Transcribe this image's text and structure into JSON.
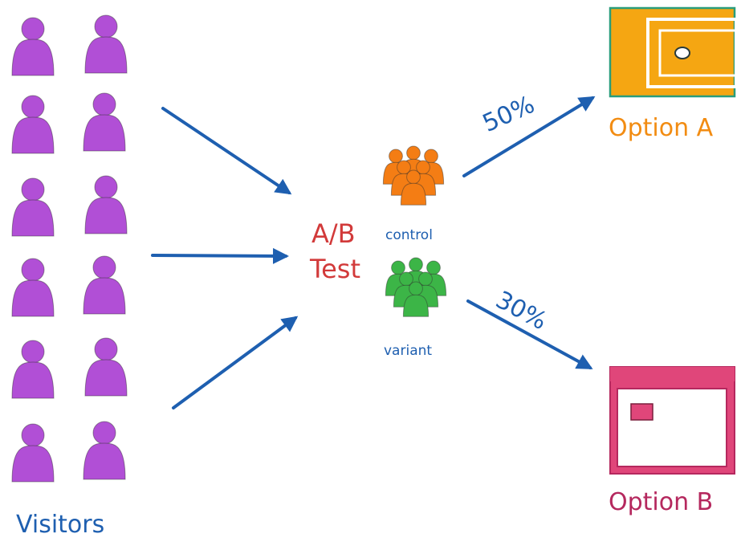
{
  "visitors": {
    "label": "Visitors",
    "count": 12,
    "color": "#b14fd6"
  },
  "ab_test": {
    "line1": "A/B",
    "line2": "Test",
    "color": "#d23a3a"
  },
  "groups": {
    "control": {
      "label": "control",
      "color": "#f47d14"
    },
    "variant": {
      "label": "variant",
      "color": "#3cb547"
    }
  },
  "splits": {
    "option_a_percent": "50%",
    "option_b_percent": "30%"
  },
  "options": {
    "a": {
      "label": "Option A",
      "color": "#f5a612",
      "icon": "browser-window-icon"
    },
    "b": {
      "label": "Option B",
      "color": "#e0467a",
      "icon": "browser-window-icon"
    }
  },
  "arrow_color": "#1e5fb0"
}
